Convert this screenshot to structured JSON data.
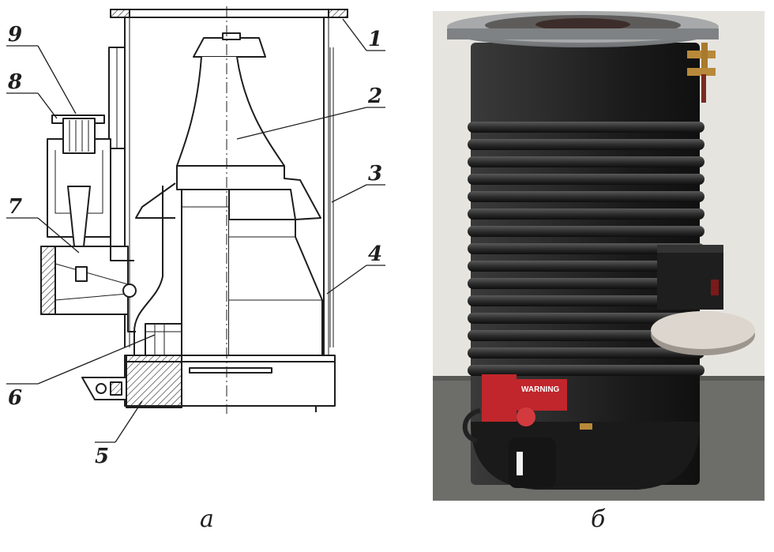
{
  "figure": {
    "panels": [
      {
        "id": "a",
        "caption": "а"
      },
      {
        "id": "b",
        "caption": "б"
      }
    ],
    "callouts": [
      "1",
      "2",
      "3",
      "4",
      "5",
      "6",
      "7",
      "8",
      "9"
    ],
    "warning_label": "WARNING"
  },
  "colors": {
    "ink": "#1e1e1e",
    "pump_body": "#2b2b2b",
    "pump_shadow": "#111111",
    "flange_steel": "#8f9294",
    "floor": "#6d6d6a",
    "wall": "#e6e4df",
    "warning_red": "#c0262b",
    "brass": "#b8893a",
    "guard_disc": "#dcd6cf"
  }
}
